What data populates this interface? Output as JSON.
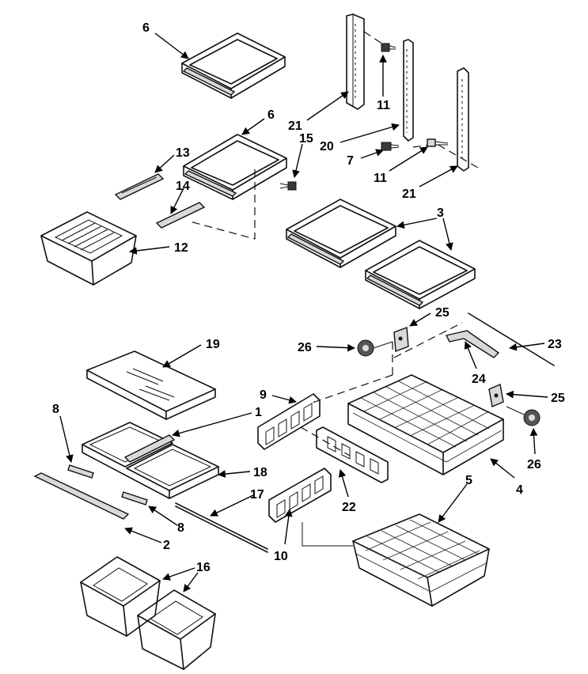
{
  "diagram": {
    "callouts": [
      {
        "id": "c6a",
        "text": "6"
      },
      {
        "id": "c6b",
        "text": "6"
      },
      {
        "id": "c13",
        "text": "13"
      },
      {
        "id": "c14",
        "text": "14"
      },
      {
        "id": "c12",
        "text": "12"
      },
      {
        "id": "c15",
        "text": "15"
      },
      {
        "id": "c21a",
        "text": "21"
      },
      {
        "id": "c11a",
        "text": "11"
      },
      {
        "id": "c20",
        "text": "20"
      },
      {
        "id": "c7",
        "text": "7"
      },
      {
        "id": "c11b",
        "text": "11"
      },
      {
        "id": "c21b",
        "text": "21"
      },
      {
        "id": "c3",
        "text": "3"
      },
      {
        "id": "c19",
        "text": "19"
      },
      {
        "id": "c25a",
        "text": "25"
      },
      {
        "id": "c26a",
        "text": "26"
      },
      {
        "id": "c23",
        "text": "23"
      },
      {
        "id": "c24",
        "text": "24"
      },
      {
        "id": "c9",
        "text": "9"
      },
      {
        "id": "c1",
        "text": "1"
      },
      {
        "id": "c25b",
        "text": "25"
      },
      {
        "id": "c8a",
        "text": "8"
      },
      {
        "id": "c18",
        "text": "18"
      },
      {
        "id": "c26b",
        "text": "26"
      },
      {
        "id": "c22",
        "text": "22"
      },
      {
        "id": "c4",
        "text": "4"
      },
      {
        "id": "c17",
        "text": "17"
      },
      {
        "id": "c8b",
        "text": "8"
      },
      {
        "id": "c5",
        "text": "5"
      },
      {
        "id": "c2",
        "text": "2"
      },
      {
        "id": "c10",
        "text": "10"
      },
      {
        "id": "c16",
        "text": "16"
      }
    ]
  }
}
